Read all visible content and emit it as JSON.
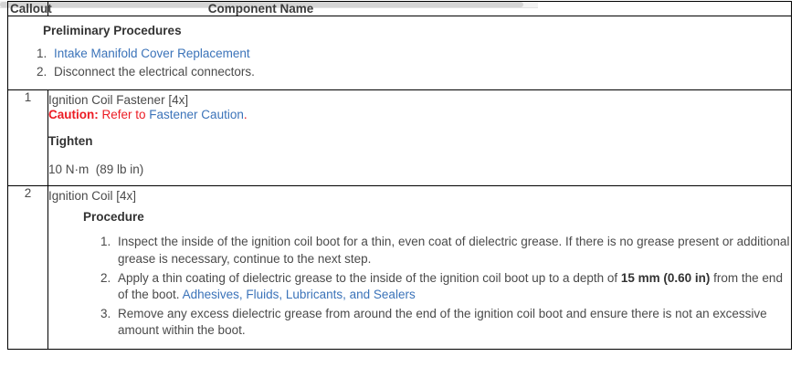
{
  "scrollbar": {
    "name": "horizontal-scrollbar",
    "thumb_ratio": "0.97"
  },
  "table": {
    "headers": {
      "callout": "Callout",
      "component_name": "Component Name"
    },
    "rows": [
      {
        "callout": "",
        "spans_both_columns": true,
        "section_heading": "Preliminary Procedures",
        "steps": [
          {
            "text_before": "",
            "link": "Intake Manifold Cover Replacement",
            "text_after": ""
          },
          {
            "text_before": "Disconnect the electrical connectors.",
            "link": "",
            "text_after": ""
          }
        ]
      },
      {
        "callout": "1",
        "spans_both_columns": false,
        "component": "Ignition Coil Fastener [4x]",
        "caution_label": "Caution:",
        "caution_text": " Refer to ",
        "caution_link": "Fastener Caution",
        "caution_tail": ".",
        "tighten_label": "Tighten",
        "torque_metric": "10 N·m",
        "torque_imperial": "(89 lb in)"
      },
      {
        "callout": "2",
        "spans_both_columns": false,
        "component": "Ignition Coil [4x]",
        "section_heading": "Procedure",
        "steps": [
          {
            "part1": "Inspect the inside of the ignition coil boot for a thin, even coat of dielectric grease. If there is no grease present or additional grease is necessary, continue to the next step.",
            "bold": "",
            "part2": "",
            "link": "",
            "part3": ""
          },
          {
            "part1": "Apply a thin coating of dielectric grease to the inside of the ignition coil boot up to a depth of ",
            "bold": "15 mm (0.60 in)",
            "part2": " from the end of the boot. ",
            "link": "Adhesives, Fluids, Lubricants, and Sealers",
            "part3": ""
          },
          {
            "part1": "Remove any excess dielectric grease from around the end of the ignition coil boot and ensure there is not an excessive amount within the boot.",
            "bold": "",
            "part2": "",
            "link": "",
            "part3": ""
          }
        ]
      }
    ]
  },
  "colors": {
    "link": "#3b73b9",
    "caution": "#ec1c24",
    "text": "#4a4a4a",
    "heading": "#333333",
    "border": "#000000",
    "scrollbar_thumb": "#d4d4d4"
  }
}
